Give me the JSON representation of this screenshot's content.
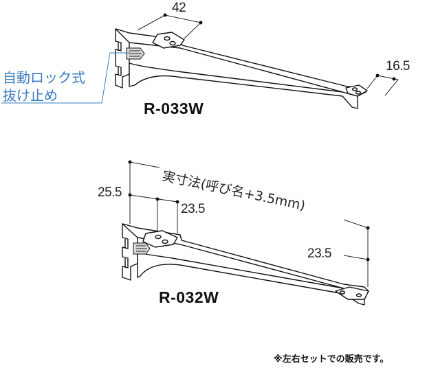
{
  "bracket_top": {
    "model": "R-033W",
    "dim_width": "42",
    "dim_end": "16.5",
    "callout_line1": "自動ロック式",
    "callout_line2": "抜け止め"
  },
  "bracket_bottom": {
    "model": "R-032W",
    "dim_left_height": "25.5",
    "dim_inner": "23.5",
    "dim_right_height": "23.5",
    "actual_size_label": "実寸法(呼び名+3.5mm)"
  },
  "footnote": "※左右セットでの販売です。",
  "colors": {
    "callout": "#3a7cc4",
    "line": "#111111"
  }
}
